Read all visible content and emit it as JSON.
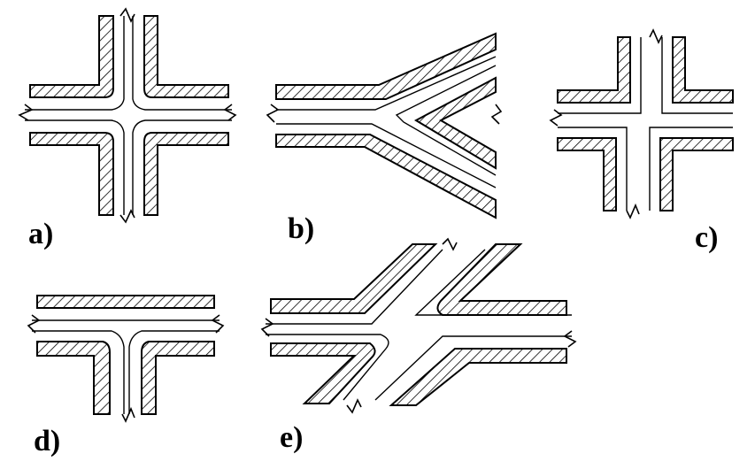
{
  "figure": {
    "labels": {
      "a": "a)",
      "b": "b)",
      "c": "c)",
      "d": "d)",
      "e": "e)"
    }
  },
  "colors": {
    "ink": "#000000",
    "paper": "#ffffff"
  }
}
